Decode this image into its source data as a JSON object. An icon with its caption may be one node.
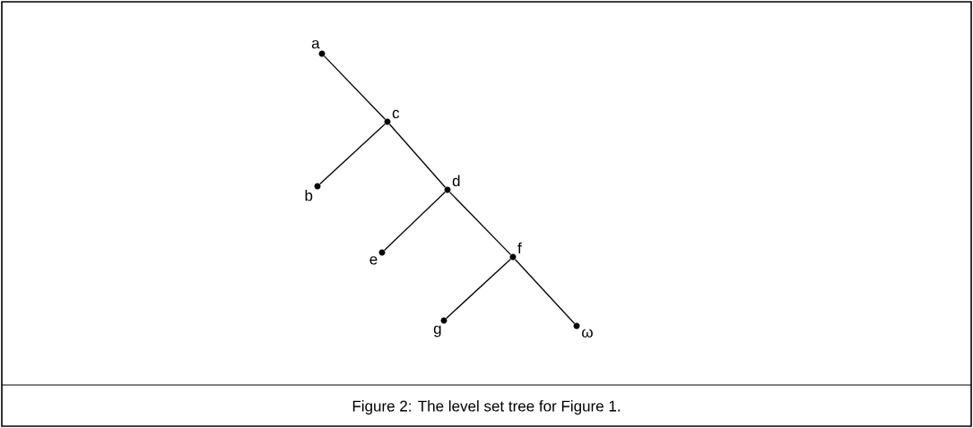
{
  "diagram": {
    "caption": "Figure 2: The level set tree for Figure 1.",
    "nodes": [
      {
        "text": [
          "a"
        ]
      },
      {
        "text": [
          "c"
        ]
      },
      {
        "text": [
          "b"
        ]
      },
      {
        "text": [
          "d"
        ]
      },
      {
        "text": [
          "e"
        ]
      },
      {
        "text": [
          "f"
        ]
      },
      {
        "text": [
          "g"
        ]
      },
      {
        "text": [
          "ω"
        ]
      }
    ],
    "edges": [
      {
        "from": 0,
        "to": 1,
        "arrow": "none"
      },
      {
        "from": 1,
        "to": 2,
        "arrow": "none"
      },
      {
        "from": 1,
        "to": 3,
        "arrow": "none"
      },
      {
        "from": 3,
        "to": 4,
        "arrow": "none"
      },
      {
        "from": 3,
        "to": 5,
        "arrow": "none"
      },
      {
        "from": 5,
        "to": 6,
        "arrow": "none"
      },
      {
        "from": 5,
        "to": 7,
        "arrow": "none"
      }
    ]
  }
}
